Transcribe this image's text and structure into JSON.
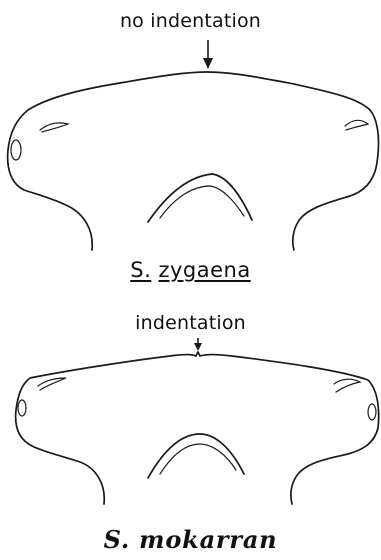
{
  "upper_figure": {
    "annotation": "no indentation",
    "species_genus": "S.",
    "species_epithet": "zygaena"
  },
  "lower_figure": {
    "annotation": "indentation",
    "species_name": "S. mokarran"
  },
  "colors": {
    "ink": "#1a1a1a",
    "background": "#ffffff"
  }
}
